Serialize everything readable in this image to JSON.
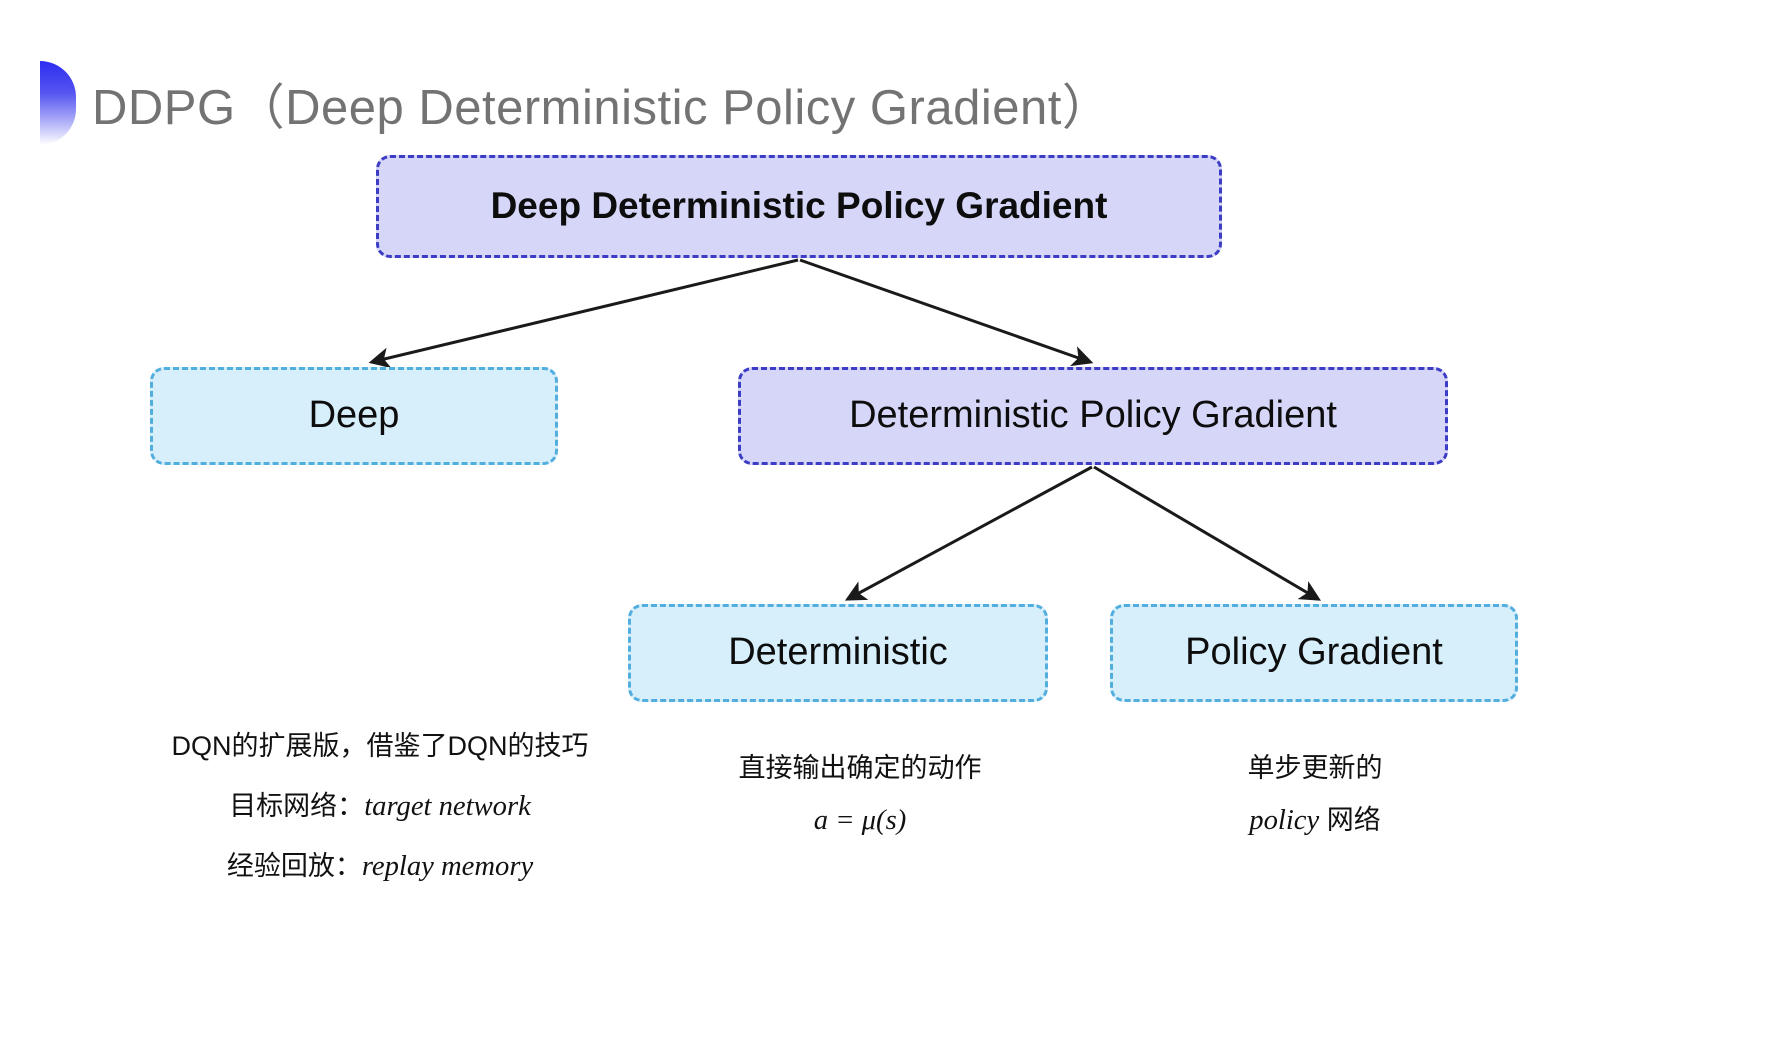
{
  "slide": {
    "title": "DDPG（Deep Deterministic Policy Gradient）",
    "accent_color_top": "#2d2df0",
    "accent_color_bottom": "#ffffff",
    "title_color": "#737373",
    "background": "#ffffff"
  },
  "palette": {
    "purple_fill": "#d6d6f9",
    "purple_border": "#3c3cc4",
    "cyan_fill": "#d6effb",
    "cyan_border": "#52aede",
    "arrow_color": "#1a1a1a",
    "text_color": "#0d0d0d"
  },
  "diagram": {
    "type": "tree",
    "nodes": {
      "root": {
        "label": "Deep Deterministic Policy Gradient",
        "style": "purple"
      },
      "deep": {
        "label": "Deep",
        "style": "cyan"
      },
      "dpg": {
        "label": "Deterministic Policy Gradient",
        "style": "purple"
      },
      "deterministic": {
        "label": "Deterministic",
        "style": "cyan"
      },
      "policy_gradient": {
        "label": "Policy Gradient",
        "style": "cyan"
      }
    },
    "edges": [
      {
        "from": "root",
        "to": "deep",
        "arrowhead": "solid"
      },
      {
        "from": "root",
        "to": "dpg",
        "arrowhead": "solid"
      },
      {
        "from": "dpg",
        "to": "deterministic",
        "arrowhead": "solid"
      },
      {
        "from": "dpg",
        "to": "policy_gradient",
        "arrowhead": "solid"
      }
    ]
  },
  "captions": {
    "left": {
      "lines": [
        {
          "plain": "DQN的扩展版，借鉴了DQN的技巧"
        },
        {
          "plain": "目标网络：",
          "italic": "target network"
        },
        {
          "plain": "经验回放：",
          "italic": "replay memory"
        }
      ]
    },
    "middle": {
      "lines": [
        {
          "plain": "直接输出确定的动作"
        },
        {
          "italic": "a = μ(s)"
        }
      ]
    },
    "right": {
      "lines": [
        {
          "plain": "单步更新的"
        },
        {
          "italic": "policy",
          "plain_after": " 网络"
        }
      ]
    }
  }
}
